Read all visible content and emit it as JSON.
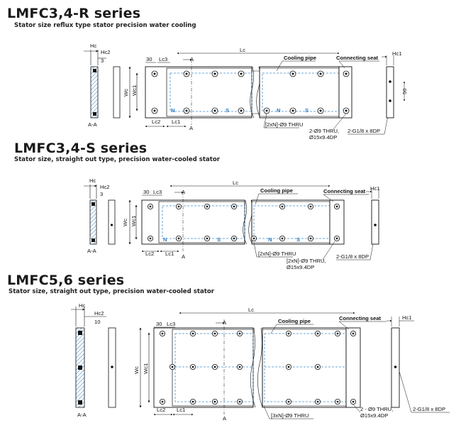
{
  "sections": [
    {
      "title": "LMFC3,4-R series",
      "subtitle": "Stator size reflux type stator precision water cooling",
      "labels": {
        "hc": "Hc",
        "hc2": "Hc2",
        "hc2_value": "3",
        "a30": "30",
        "lc3": "Lc3",
        "a": "A",
        "lc": "Lc",
        "cooling_pipe": "Cooling pipe",
        "connecting_seat": "Connecting seat",
        "hc1": "Hc1",
        "wc": "Wc",
        "wc1": "Wc1",
        "lc2": "Lc2",
        "lc1": "Lc1",
        "aa": "A-A",
        "n_mark": "N",
        "s_mark": "S",
        "thru_note": "[2xN]-Ø9 THRU",
        "holes_note_1": "2-Ø9 THRU,",
        "holes_note_2": "Ø15x9.4DP",
        "pipe_note": "2-G1/8 x 8DP",
        "side_dim": "50"
      }
    },
    {
      "title": "LMFC3,4-S series",
      "subtitle": "Stator size, straight out type, precision water-cooled stator",
      "labels": {
        "hc": "Hc",
        "hc2": "Hc2",
        "hc2_value": "3",
        "a30": "30",
        "lc3": "Lc3",
        "a": "A",
        "lc": "Lc",
        "cooling_pipe": "Cooling pipe",
        "connecting_seat": "Connecting seat",
        "hc1": "Hc1",
        "wc": "Wc",
        "wc1": "Wc1",
        "lc2": "Lc2",
        "lc1": "Lc1",
        "aa": "A-A",
        "n_mark": "N",
        "s_mark": "S",
        "thru_note": "[2xN]-Ø9 THRU",
        "holes_note_1": "[2xN]-Ø9 THRU,",
        "holes_note_2": "Ø15x9.4DP",
        "pipe_note": "2-G1/8 x 8DP"
      }
    },
    {
      "title": "LMFC5,6 series",
      "subtitle": "Stator size, straight out type, precision water-cooled stator",
      "labels": {
        "hc": "Hc",
        "hc2": "Hc2",
        "hc2_value": "10",
        "a30": "30",
        "lc3": "Lc3",
        "a": "A",
        "lc": "Lc",
        "cooling_pipe": "Cooling pipe",
        "connecting_seat": "Connecting seat",
        "hc1": "Hc1",
        "wc": "Wc",
        "wc1": "Wc1",
        "lc2": "Lc2",
        "lc1": "Lc1",
        "aa": "A-A",
        "thru_note": "[3xN]-Ø9 THRU",
        "holes_note_1": "2 - Ø9 THRU,",
        "holes_note_2": "Ø15x9.4DP",
        "pipe_note": "2-G1/8 x 8DP"
      }
    }
  ]
}
